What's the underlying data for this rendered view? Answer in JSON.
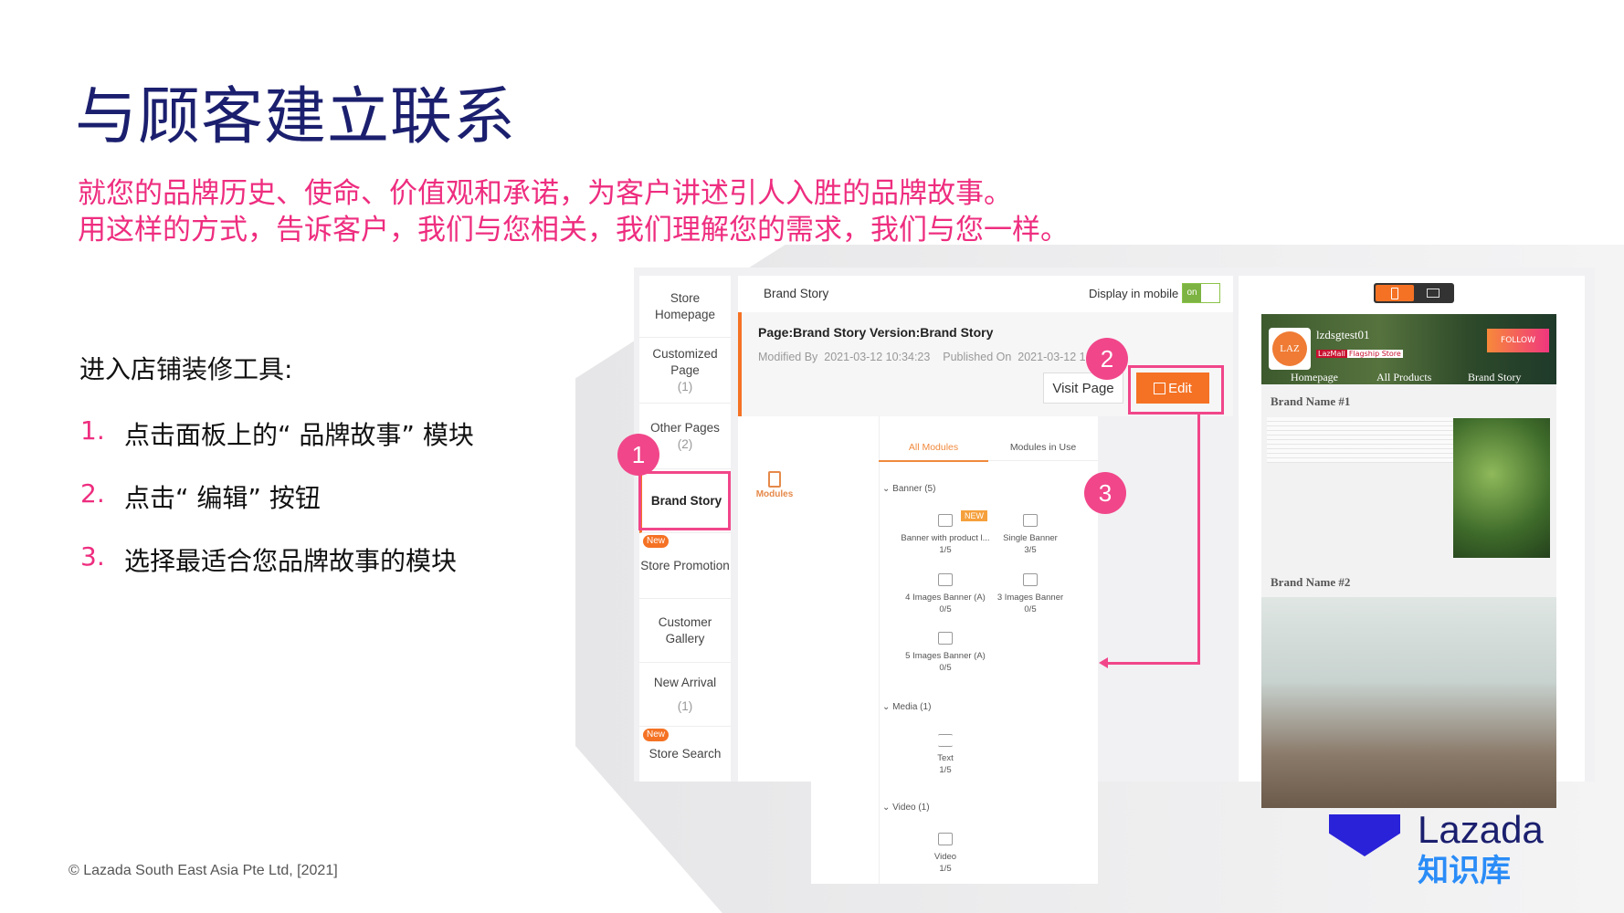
{
  "slide": {
    "title": "与顾客建立联系",
    "subtitle_lines": [
      "就您的品牌历史、使命、价值观和承诺，为客户讲述引人入胜的品牌故事。",
      "用这样的方式，告诉客户，我们与您相关，我们理解您的需求，我们与您一样。"
    ],
    "intro": "进入店铺装修工具:",
    "steps": [
      {
        "n": "1.",
        "text": "点击面板上的“ 品牌故事” 模块"
      },
      {
        "n": "2.",
        "text": "点击“ 编辑” 按钮"
      },
      {
        "n": "3.",
        "text": "选择最适合您品牌故事的模块"
      }
    ],
    "footer": "©  Lazada South East Asia Pte Ltd, [2021]",
    "logo": {
      "brand": "Lazada",
      "sub": "知识库"
    },
    "markers": [
      "1",
      "2",
      "3"
    ],
    "accent": "#ee2d7f"
  },
  "ui": {
    "sidebar": [
      {
        "label": "Store Homepage"
      },
      {
        "label": "Customized Page",
        "count": "(1)"
      },
      {
        "label": "Other Pages",
        "count": "(2)"
      },
      {
        "label": "Brand Story",
        "active": true
      },
      {
        "label": "Store Promotion",
        "badge": "New"
      },
      {
        "label": "Customer Gallery"
      },
      {
        "label": "New Arrival",
        "count": "(1)"
      },
      {
        "label": "Store Search",
        "badge": "New"
      }
    ],
    "header": {
      "title": "Brand Story",
      "display_mobile": "Display in mobile",
      "toggle": "on"
    },
    "info": {
      "page": "Page:Brand Story",
      "version": "Version:Brand Story",
      "modified_label": "Modified By",
      "modified": "2021-03-12 10:34:23",
      "published_label": "Published On",
      "published": "2021-03-12 1",
      "visit": "Visit Page",
      "edit": "Edit"
    },
    "modules_label": "Modules",
    "tabs": [
      "All Modules",
      "Modules in Use"
    ],
    "groups": [
      {
        "name": "Banner (5)",
        "items": [
          {
            "name": "Banner with product l...",
            "count": "1/5",
            "badge": "NEW"
          },
          {
            "name": "Single Banner",
            "count": "3/5"
          },
          {
            "name": "4 Images Banner (A)",
            "count": "0/5"
          },
          {
            "name": "3 Images Banner",
            "count": "0/5"
          },
          {
            "name": "5 Images Banner (A)",
            "count": "0/5"
          }
        ]
      },
      {
        "name": "Media (1)",
        "items": [
          {
            "name": "Text",
            "count": "1/5"
          }
        ]
      },
      {
        "name": "Video (1)",
        "items": [
          {
            "name": "Video",
            "count": "1/5"
          }
        ]
      }
    ],
    "preview": {
      "store": "lzdsgtest01",
      "lazmall": "LazMall",
      "flagship": "Flagship Store",
      "follow": "FOLLOW",
      "nav": [
        "Homepage",
        "All Products",
        "Brand Story"
      ],
      "brand1": "Brand Name #1",
      "brand2": "Brand Name #2",
      "logo_text": "LAZ"
    },
    "brand_color": "#f57224"
  }
}
